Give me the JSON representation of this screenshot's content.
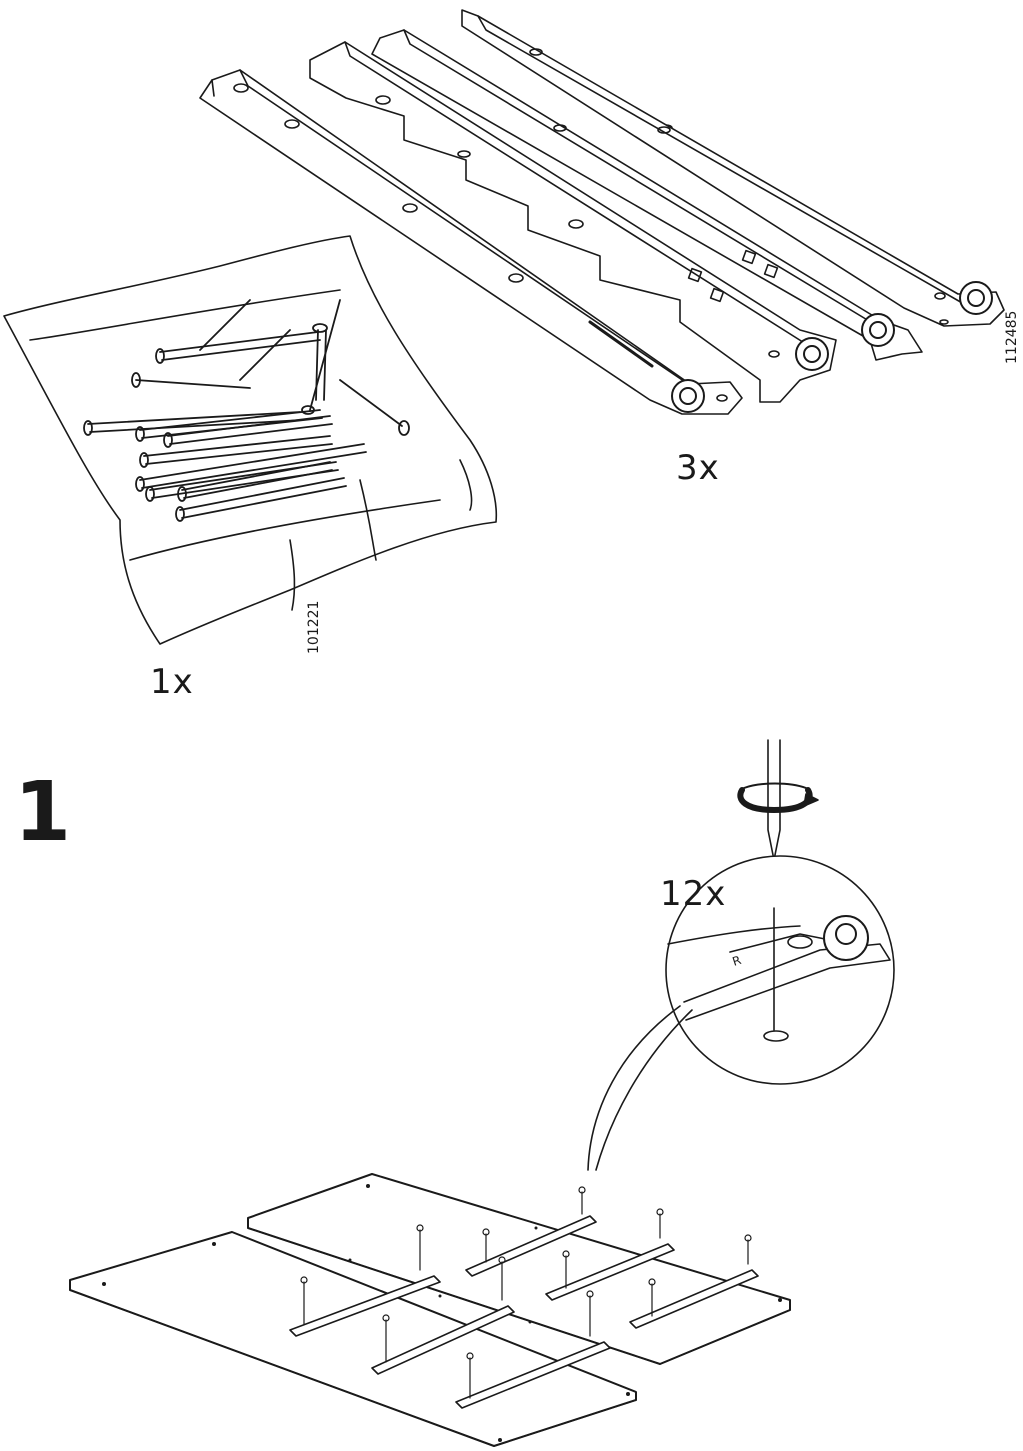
{
  "parts": [
    {
      "part_number": "101221",
      "quantity": "1x"
    },
    {
      "part_number": "112485",
      "quantity": "3x"
    }
  ],
  "step": {
    "number": "1",
    "screw_quantity": "12x"
  }
}
